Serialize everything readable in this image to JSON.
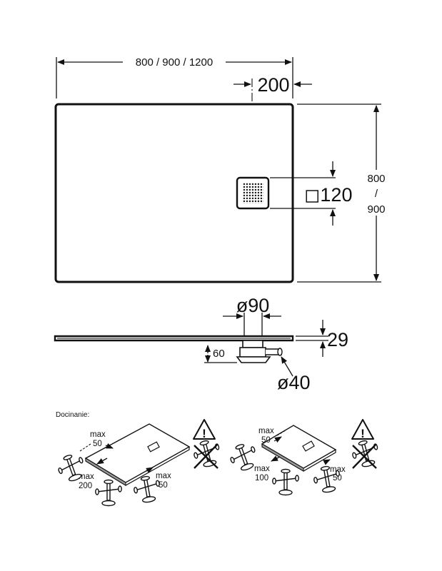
{
  "plan_view": {
    "width_label": "800 / 900 / 1200",
    "offset_label": "200",
    "depth_label_top": "800",
    "depth_label_sep": "/",
    "depth_label_bottom": "900",
    "drain_label": "◻120"
  },
  "section_view": {
    "outlet_label": "ø90",
    "thickness_label": "29",
    "height_label": "60",
    "pipe_label": "ø40"
  },
  "trimming": {
    "heading": "Docinanie:",
    "left_max_top": "max",
    "left_val_top": "50",
    "left_max_left": "max",
    "left_val_left": "200",
    "left_max_right": "max",
    "left_val_right": "50",
    "right_max_top": "max",
    "right_val_top": "50",
    "right_max_left": "max",
    "right_val_left": "100",
    "right_max_right": "max",
    "right_val_right": "50",
    "warning_symbol": "!"
  },
  "icons": [
    "warning-icon",
    "prohibited-foot-icon",
    "adjustable-foot-icon",
    "drain-grate-icon"
  ]
}
